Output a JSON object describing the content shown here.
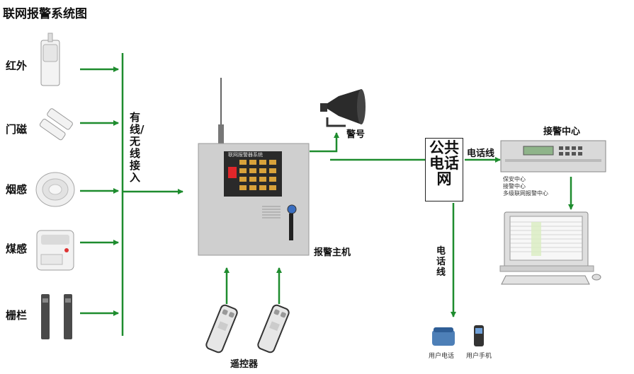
{
  "title": "联网报警系统图",
  "sensors": [
    {
      "label": "红外",
      "icon": "pir-sensor-icon"
    },
    {
      "label": "门磁",
      "icon": "door-magnet-icon"
    },
    {
      "label": "烟感",
      "icon": "smoke-detector-icon"
    },
    {
      "label": "煤感",
      "icon": "gas-detector-icon"
    },
    {
      "label": "栅栏",
      "icon": "beam-fence-icon"
    }
  ],
  "access_label": "有线/无线接入",
  "host": {
    "label": "报警主机",
    "panel_text": "联网报警器系统"
  },
  "siren_label": "警号",
  "remote_label": "遥控器",
  "pstn_label": "公共电话网",
  "phone_line_label_top": "电话线",
  "phone_line_label_down": "电话线",
  "center": {
    "label": "接警中心",
    "items": [
      "保安中心",
      "接警中心",
      "多级联网报警中心"
    ]
  },
  "user_devices": [
    "用户电话",
    "用户手机"
  ],
  "colors": {
    "arrow": "#1e8c2e",
    "line": "#1e8c2e"
  }
}
